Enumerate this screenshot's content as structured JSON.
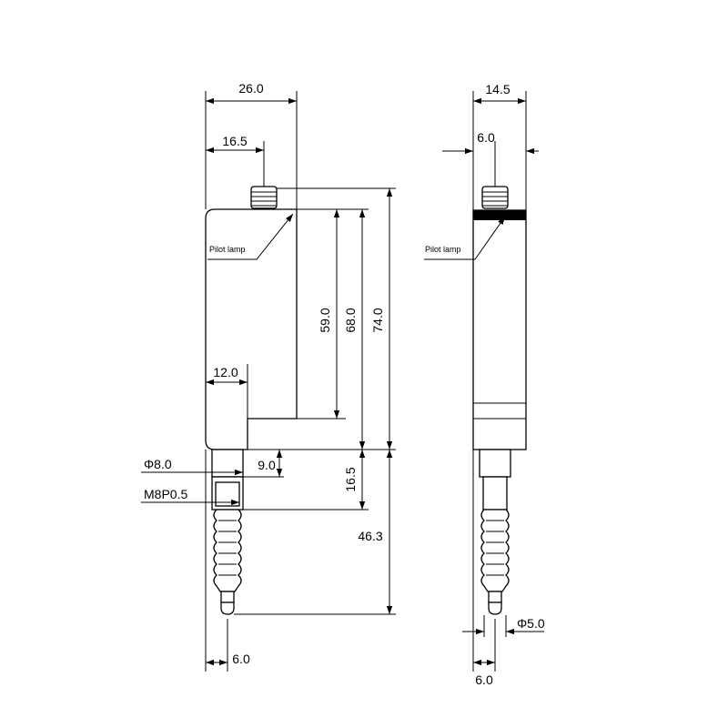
{
  "front_view": {
    "width_overall": "26.0",
    "connector_offset": "16.5",
    "pilot_lamp_label": "Pilot lamp",
    "body_height": "59.0",
    "height_mid": "68.0",
    "height_total": "74.0",
    "neck_width": "12.0",
    "stem_diameter": "Φ8.0",
    "stem_length": "9.0",
    "thread_spec": "M8P0.5",
    "thread_length": "16.5",
    "probe_length": "46.3",
    "probe_offset": "6.0"
  },
  "side_view": {
    "width_overall": "14.5",
    "connector_offset": "6.0",
    "pilot_lamp_label": "Pilot lamp",
    "tip_diameter": "Φ5.0",
    "tip_offset": "6.0"
  }
}
